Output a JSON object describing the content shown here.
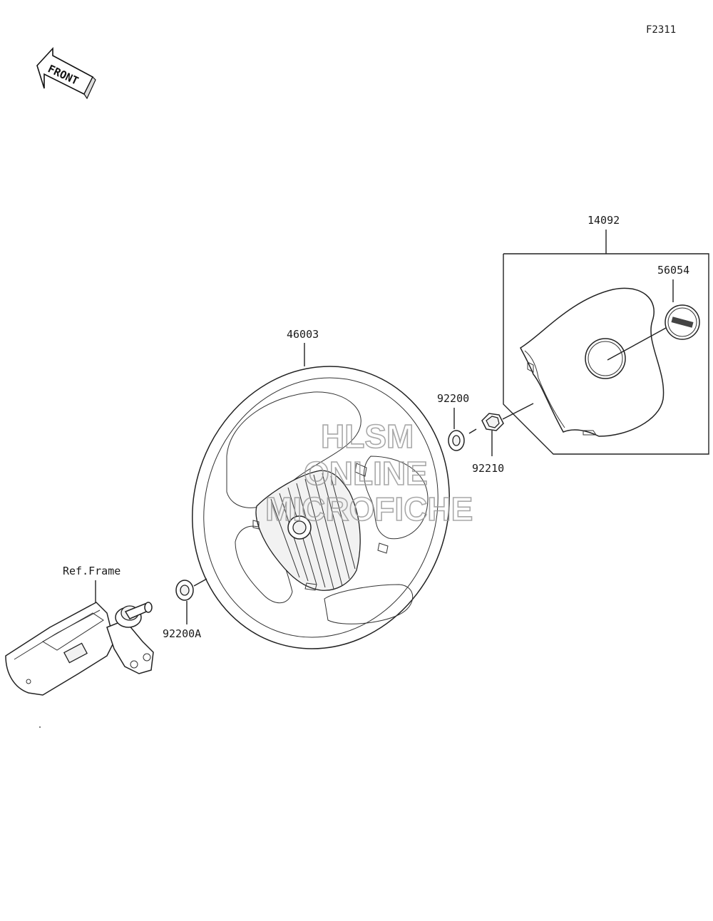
{
  "figure_id": "F2311",
  "front_label": "FRONT",
  "watermark": {
    "line1": "HLSM",
    "line2": "ONLINE",
    "line3": "MICROFICHE"
  },
  "part_labels": {
    "cover": "14092",
    "emblem": "56054",
    "steering_wheel": "46003",
    "washer_upper": "92200",
    "nut": "92210",
    "washer_lower": "92200A",
    "ref_frame": "Ref.Frame"
  },
  "colors": {
    "line": "#222222",
    "watermark": "#9a9a9a",
    "background": "#ffffff"
  },
  "icons": {
    "front_arrow": "front-arrow-icon"
  }
}
